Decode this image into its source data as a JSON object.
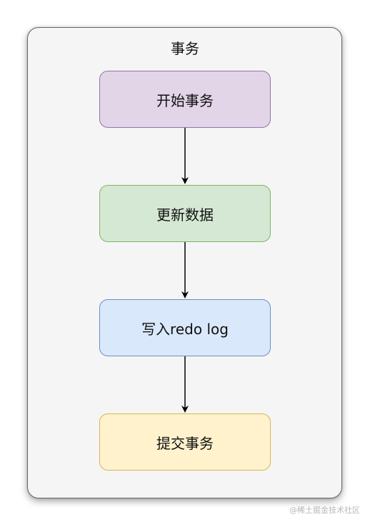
{
  "diagram": {
    "container_title": "事务",
    "steps": [
      {
        "label": "开始事务",
        "fill": "#e1d5e7",
        "stroke": "#9673a6"
      },
      {
        "label": "更新数据",
        "fill": "#d5e8d4",
        "stroke": "#82b366"
      },
      {
        "label": "写入redo log",
        "fill": "#dae8fc",
        "stroke": "#6c8ebf"
      },
      {
        "label": "提交事务",
        "fill": "#fff2cc",
        "stroke": "#d6b656"
      }
    ],
    "edges": [
      {
        "from": "开始事务",
        "to": "更新数据"
      },
      {
        "from": "更新数据",
        "to": "写入redo log"
      },
      {
        "from": "写入redo log",
        "to": "提交事务"
      }
    ]
  },
  "watermark": "@稀土掘金技术社区"
}
